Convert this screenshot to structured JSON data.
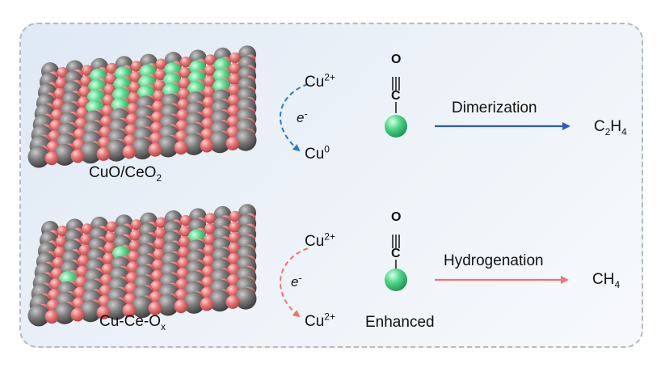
{
  "top": {
    "catalyst_label_main": "CuO/CeO",
    "catalyst_label_sub": "2",
    "state_before": {
      "base": "Cu",
      "sup": "2+"
    },
    "electron": {
      "base": "e",
      "sup": "-"
    },
    "state_after": {
      "base": "Cu",
      "sup": "0"
    },
    "adsorbate_o": "O",
    "adsorbate_c": "C",
    "process": "Dimerization",
    "product": {
      "p1": "C",
      "s1": "2",
      "p2": "H",
      "s2": "4"
    },
    "arrow_color": "#2e5cb8",
    "reduction_arrow_color": "#2a7bd0"
  },
  "bottom": {
    "catalyst_label_main": "Cu-Ce-O",
    "catalyst_label_sub": "x",
    "state_before": {
      "base": "Cu",
      "sup": "2+"
    },
    "electron": {
      "base": "e",
      "sup": "-"
    },
    "state_after": {
      "base": "Cu",
      "sup": "2+"
    },
    "adsorbate_o": "O",
    "adsorbate_c": "C",
    "adsorbate_note": "Enhanced",
    "process": "Hydrogenation",
    "product": {
      "p1": "CH",
      "s1": "4"
    },
    "arrow_color": "#f07470",
    "reduction_arrow_color": "#f07470"
  },
  "colors": {
    "ce_atom": "#7b7b7b",
    "o_atom": "#e87878",
    "cu_atom": "#52d88a",
    "adsorbate_atom": "#4fcf7f",
    "panel_border": "#b9b9b9"
  }
}
